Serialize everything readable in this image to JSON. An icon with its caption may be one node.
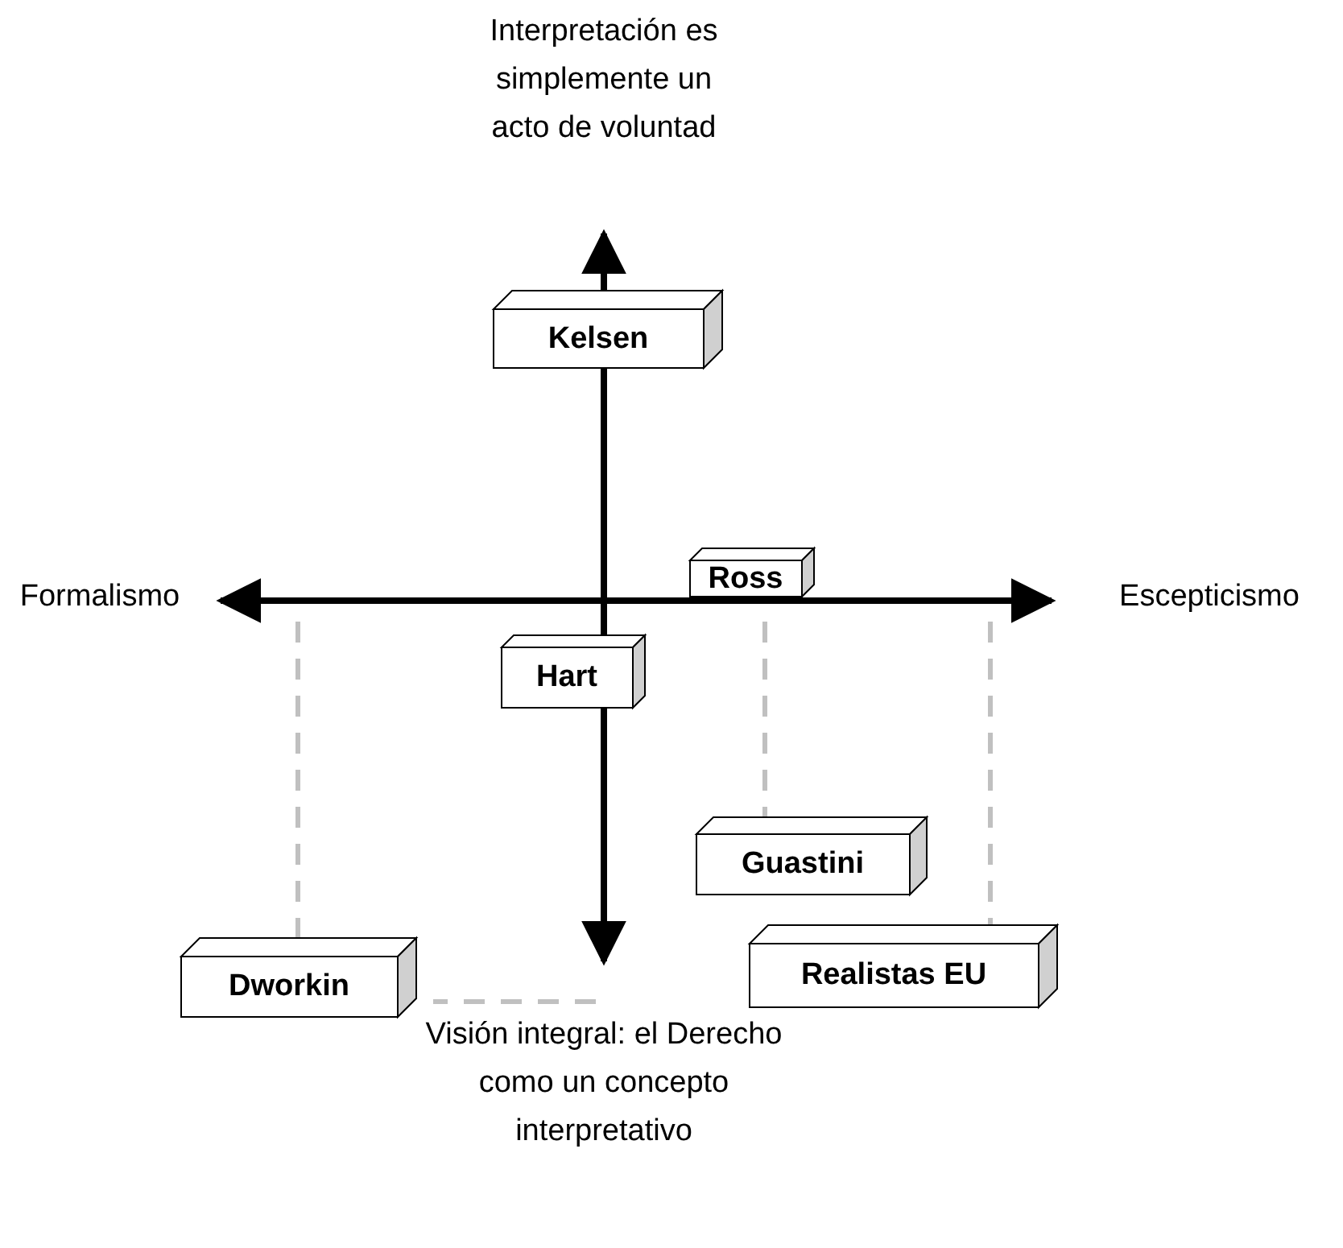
{
  "diagram": {
    "nodes": [
      {
        "text": [
          "Kelsen"
        ]
      },
      {
        "text": [
          "Ross"
        ]
      },
      {
        "text": [
          "Hart"
        ]
      },
      {
        "text": [
          "Guastini"
        ]
      },
      {
        "text": [
          "Realistas EU"
        ]
      },
      {
        "text": [
          "Dworkin"
        ]
      },
      {
        "text": [],
        "shape": "arrow"
      }
    ],
    "edges": [
      {
        "from": 6,
        "to": 3,
        "arrow": "none",
        "style": "dashed"
      },
      {
        "from": 6,
        "to": 4,
        "arrow": "none",
        "style": "dashed"
      },
      {
        "from": 6,
        "to": 5,
        "arrow": "none",
        "style": "dashed"
      },
      {
        "from": null,
        "to": 5,
        "arrow": "none",
        "style": "dashed"
      }
    ],
    "labels": [
      "Interpretación es simplemente un acto de voluntad",
      "Formalismo",
      "Escepticismo",
      "Visión integral: el Derecho como un concepto interpretativo"
    ]
  }
}
